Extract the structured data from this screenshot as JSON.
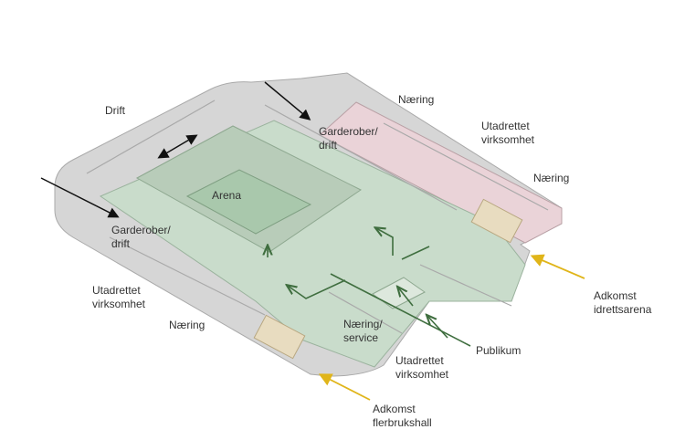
{
  "labels": {
    "drift": "Drift",
    "naering_top": "Næring",
    "utadrettet_top": [
      "Utadrettet",
      "virksomhet"
    ],
    "naering_right": "Næring",
    "garderober_top": [
      "Garderober/",
      "drift"
    ],
    "arena": "Arena",
    "garderober_left": [
      "Garderober/",
      "drift"
    ],
    "utadrettet_left": [
      "Utadrettet",
      "virksomhet"
    ],
    "naering_bottom_left": "Næring",
    "naering_service": [
      "Næring/",
      "service"
    ],
    "utadrettet_bottom": [
      "Utadrettet",
      "virksomhet"
    ],
    "publikum": "Publikum",
    "adkomst_idrettsarena": [
      "Adkomst",
      "idrettsarena"
    ],
    "adkomst_flerbrukshall": [
      "Adkomst",
      "flerbrukshall"
    ]
  },
  "colors": {
    "service_zone": "#cfcfcf",
    "public_zone": "#c9dccb",
    "commercial_zone": "#ead3d8",
    "entrance_zone": "#e8dcc0",
    "public_flow_arrow": "#3f6e3f",
    "access_arrow": "#e0b51a",
    "service_arrow": "#111111"
  }
}
